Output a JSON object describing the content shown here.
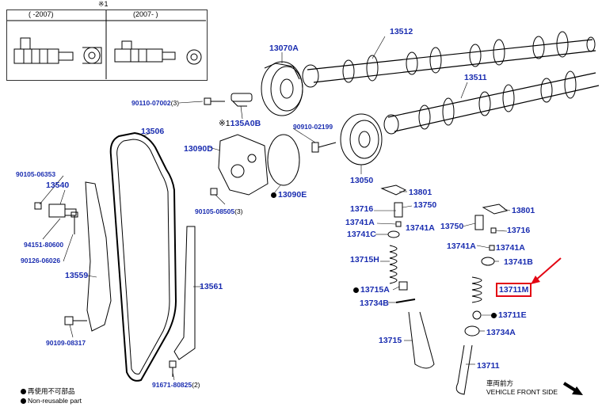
{
  "notes": {
    "mark": "※1",
    "range_old": "(     -2007)",
    "range_new": "(2007-     )"
  },
  "labels": {
    "p13512": "13512",
    "p13511": "13511",
    "p13070A": "13070A",
    "p90110": "90110-07002",
    "p90110_qty": "(3)",
    "p135A0B_prefix": "※1",
    "p135A0B": "135A0B",
    "p90910": "90910-02199",
    "p13050": "13050",
    "p13506": "13506",
    "p13090D": "13090D",
    "p13090E": "13090E",
    "p90105_06353": "90105-06353",
    "p13540": "13540",
    "p90105_08505": "90105-08505",
    "p90105_08505_qty": "(3)",
    "p94151": "94151-80600",
    "p90126": "90126-06026",
    "p13559": "13559",
    "p13561": "13561",
    "p90109": "90109-08317",
    "p91671": "91671-80825",
    "p91671_qty": "(2)",
    "p13801_l": "13801",
    "p13716_l": "13716",
    "p13750_l": "13750",
    "p13741A_l": "13741A",
    "p13741A_l2": "13741A",
    "p13741C": "13741C",
    "p13715H": "13715H",
    "p13715A": "13715A",
    "p13734B": "13734B",
    "p13715": "13715",
    "p13750_r": "13750",
    "p13801_r": "13801",
    "p13716_r": "13716",
    "p13741A_r": "13741A",
    "p13741A_r2": "13741A",
    "p13741B": "13741B",
    "p13711M": "13711M",
    "p13711E": "13711E",
    "p13734A": "13734A",
    "p13711": "13711"
  },
  "direction": {
    "jp": "車両前方",
    "en": "VEHICLE FRONT SIDE"
  },
  "legend": {
    "jp": "再使用不可部品",
    "en": "Non-reusable part"
  },
  "colors": {
    "link": "#1a2db0",
    "highlight": "#e30613",
    "line": "#000000"
  }
}
